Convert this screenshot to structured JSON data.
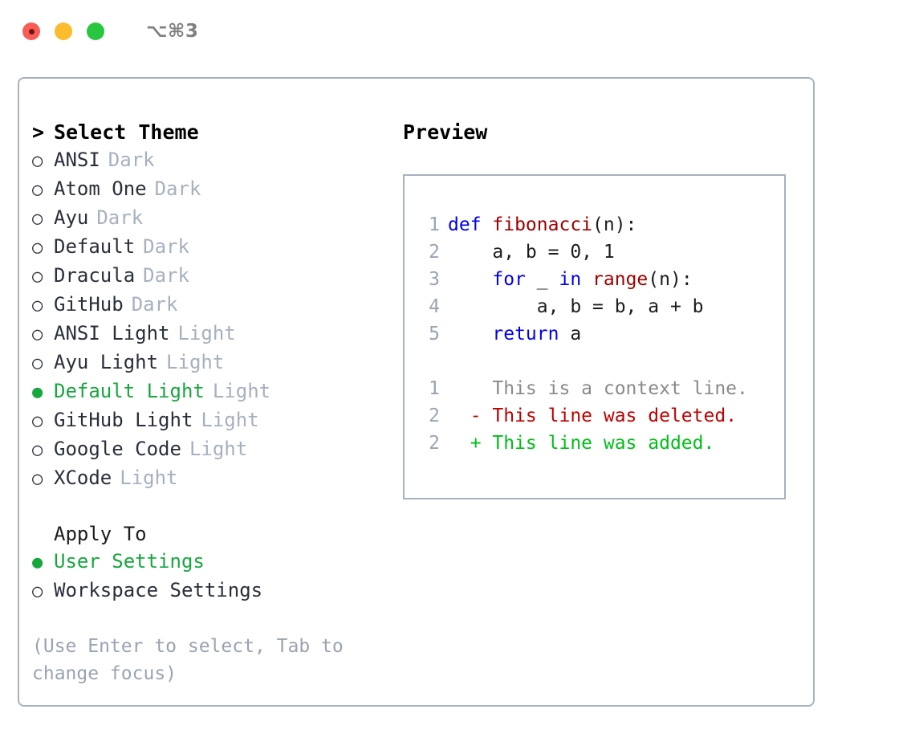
{
  "titlebar": {
    "shortcut": "⌥⌘3",
    "lights": [
      "close",
      "minimize",
      "zoom"
    ]
  },
  "theme_list": {
    "header": "Select Theme",
    "caret": ">",
    "bullet_unselected": "○",
    "bullet_selected": "●",
    "items": [
      {
        "label": "ANSI",
        "tag": "Dark",
        "selected": false
      },
      {
        "label": "Atom One",
        "tag": "Dark",
        "selected": false
      },
      {
        "label": "Ayu",
        "tag": "Dark",
        "selected": false
      },
      {
        "label": "Default",
        "tag": "Dark",
        "selected": false
      },
      {
        "label": "Dracula",
        "tag": "Dark",
        "selected": false
      },
      {
        "label": "GitHub",
        "tag": "Dark",
        "selected": false
      },
      {
        "label": "ANSI Light",
        "tag": "Light",
        "selected": false
      },
      {
        "label": "Ayu Light",
        "tag": "Light",
        "selected": false
      },
      {
        "label": "Default Light",
        "tag": "Light",
        "selected": true
      },
      {
        "label": "GitHub Light",
        "tag": "Light",
        "selected": false
      },
      {
        "label": "Google Code",
        "tag": "Light",
        "selected": false
      },
      {
        "label": "XCode",
        "tag": "Light",
        "selected": false
      }
    ]
  },
  "apply_to": {
    "header": "Apply To",
    "items": [
      {
        "label": "User Settings",
        "selected": true
      },
      {
        "label": "Workspace Settings",
        "selected": false
      }
    ]
  },
  "hint": "(Use Enter to select, Tab to change focus)",
  "preview": {
    "title": "Preview",
    "code_lines": [
      {
        "number": "1",
        "tokens": [
          {
            "text": "def ",
            "style": "kw"
          },
          {
            "text": "fibonacci",
            "style": "fn"
          },
          {
            "text": "(n):",
            "style": "pl"
          }
        ]
      },
      {
        "number": "2",
        "tokens": [
          {
            "text": "    a, b = 0, 1",
            "style": "pl"
          }
        ]
      },
      {
        "number": "3",
        "tokens": [
          {
            "text": "    ",
            "style": "pl"
          },
          {
            "text": "for",
            "style": "kw"
          },
          {
            "text": " _ ",
            "style": "pl"
          },
          {
            "text": "in",
            "style": "kw"
          },
          {
            "text": " ",
            "style": "pl"
          },
          {
            "text": "range",
            "style": "fn"
          },
          {
            "text": "(n):",
            "style": "pl"
          }
        ]
      },
      {
        "number": "4",
        "tokens": [
          {
            "text": "        a, b = b, a + b",
            "style": "pl"
          }
        ]
      },
      {
        "number": "5",
        "tokens": [
          {
            "text": "    ",
            "style": "pl"
          },
          {
            "text": "return",
            "style": "kw"
          },
          {
            "text": " a",
            "style": "pl"
          }
        ]
      }
    ],
    "diff_lines": [
      {
        "number": "1",
        "marker": "  ",
        "text": "This is a context line.",
        "kind": "context"
      },
      {
        "number": "2",
        "marker": "- ",
        "text": "This line was deleted.",
        "kind": "deleted"
      },
      {
        "number": "2",
        "marker": "+ ",
        "text": "This line was added.",
        "kind": "added"
      }
    ]
  },
  "colors": {
    "accent_green": "#18a73f",
    "muted": "#a6b0bf",
    "border": "#a7b1c0",
    "keyword": "#0000ee",
    "function": "#a00000",
    "diff_added": "#00bf18",
    "diff_deleted": "#c00000",
    "diff_context": "#8a8a8a"
  }
}
